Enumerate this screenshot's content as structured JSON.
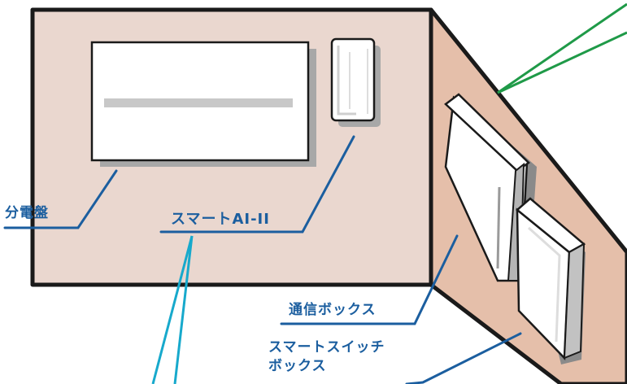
{
  "labels": {
    "distribution_panel": "分電盤",
    "smart_ai": "スマートAI-II",
    "comm_box": "通信ボックス",
    "smart_switch_box_line1": "スマートスイッチ",
    "smart_switch_box_line2": "ボックス"
  },
  "colors": {
    "wall_front": "#ead7cf",
    "wall_side": "#e5bfaa",
    "outline": "#1a1a1a",
    "label_text": "#1b5e9f",
    "leader_line": "#1b5e9f",
    "cable_green": "#1f9a48",
    "cable_cyan": "#17a9cc",
    "device_face": "#ffffff",
    "device_shadow": "#999999",
    "device_grey": "#c8c8c8"
  }
}
